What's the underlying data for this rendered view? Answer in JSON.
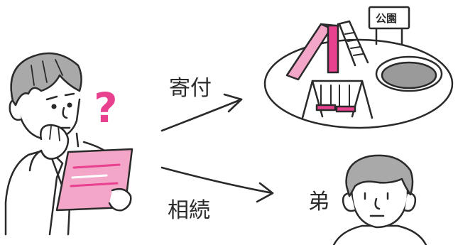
{
  "labels": {
    "donation": "寄付",
    "inheritance": "相続",
    "brother": "弟",
    "park_sign": "公園",
    "question": "?"
  },
  "colors": {
    "ink": "#2a2a2a",
    "accent_pink": "#e8418f",
    "light_pink": "#f3a6c8",
    "gray_hair": "#a9a9a9",
    "pond_gray": "#9a9a9a"
  }
}
